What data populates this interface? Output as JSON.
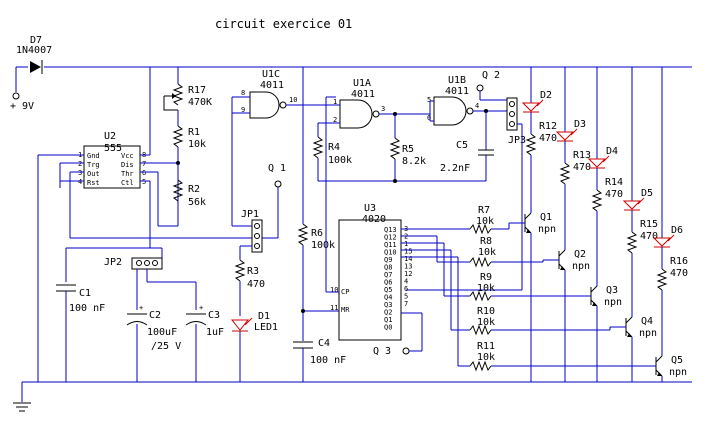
{
  "title": "circuit exercice 01",
  "d7": {
    "ref": "D7",
    "part": "1N4007"
  },
  "supply": {
    "label": "+ 9V"
  },
  "u2": {
    "ref": "U2",
    "part": "555",
    "pins": [
      "Gnd",
      "Trg",
      "Out",
      "Rst",
      "Vcc",
      "Dis",
      "Thr",
      "Ctl"
    ],
    "pin_numbers": [
      "1",
      "2",
      "3",
      "4",
      "8",
      "7",
      "6",
      "5"
    ]
  },
  "r17": {
    "ref": "R17",
    "value": "470K"
  },
  "r1": {
    "ref": "R1",
    "value": "10k"
  },
  "r2": {
    "ref": "R2",
    "value": "56k"
  },
  "u1c": {
    "ref": "U1C",
    "part": "4011",
    "pins": [
      "8",
      "9",
      "10"
    ]
  },
  "u1a": {
    "ref": "U1A",
    "part": "4011",
    "pins": [
      "1",
      "2",
      "3"
    ]
  },
  "u1b": {
    "ref": "U1B",
    "part": "4011",
    "pins": [
      "5",
      "6",
      "4"
    ]
  },
  "q2top": {
    "label": "Q 2"
  },
  "r4": {
    "ref": "R4",
    "value": "100k"
  },
  "r5": {
    "ref": "R5",
    "value": "8.2k"
  },
  "c5": {
    "ref": "C5",
    "value": "2.2nF"
  },
  "jp3": {
    "ref": "JP3"
  },
  "q1top": {
    "label": "Q 1"
  },
  "jp1": {
    "ref": "JP1"
  },
  "r6": {
    "ref": "R6",
    "value": "100k"
  },
  "jp2": {
    "ref": "JP2"
  },
  "r3": {
    "ref": "R3",
    "value": "470"
  },
  "d1": {
    "ref": "D1",
    "part": "LED1"
  },
  "c1": {
    "ref": "C1",
    "value": "100 nF"
  },
  "c2": {
    "ref": "C2",
    "value": "100uF",
    "rating": "/25 V"
  },
  "c3": {
    "ref": "C3",
    "value": "1uF"
  },
  "c4": {
    "ref": "C4",
    "value": "100 nF"
  },
  "u3": {
    "ref": "U3",
    "part": "4020",
    "pins_left": [
      "CP",
      "MR"
    ],
    "pins_left_numbers": [
      "10",
      "11"
    ],
    "pins_right": [
      "Q13",
      "Q12",
      "Q11",
      "Q10",
      "Q9",
      "Q8",
      "Q7",
      "Q6",
      "Q5",
      "Q4",
      "Q3",
      "Q2",
      "Q1",
      "Q0"
    ],
    "pins_right_numbers": [
      "3",
      "2",
      "1",
      "15",
      "14",
      "13",
      "12",
      "4",
      "6",
      "5",
      "7",
      "",
      "",
      ""
    ]
  },
  "q3label": {
    "label": "Q 3"
  },
  "r7": {
    "ref": "R7",
    "value": "10k"
  },
  "r8": {
    "ref": "R8",
    "value": "10k"
  },
  "r9": {
    "ref": "R9",
    "value": "10k"
  },
  "r10": {
    "ref": "R10",
    "value": "10k"
  },
  "r11": {
    "ref": "R11",
    "value": "10k"
  },
  "transistors": [
    {
      "ref": "Q1",
      "type": "npn"
    },
    {
      "ref": "Q2",
      "type": "npn"
    },
    {
      "ref": "Q3",
      "type": "npn"
    },
    {
      "ref": "Q4",
      "type": "npn"
    },
    {
      "ref": "Q5",
      "type": "npn"
    }
  ],
  "leds": [
    "D2",
    "D3",
    "D4",
    "D5",
    "D6"
  ],
  "collector_resistors": [
    {
      "ref": "R12",
      "value": "470"
    },
    {
      "ref": "R13",
      "value": "470"
    },
    {
      "ref": "R14",
      "value": "470"
    },
    {
      "ref": "R15",
      "value": "470"
    },
    {
      "ref": "R16",
      "value": "470"
    }
  ],
  "colors": {
    "wire": "#0000c8",
    "led": "#d00000",
    "component": "#000000"
  }
}
